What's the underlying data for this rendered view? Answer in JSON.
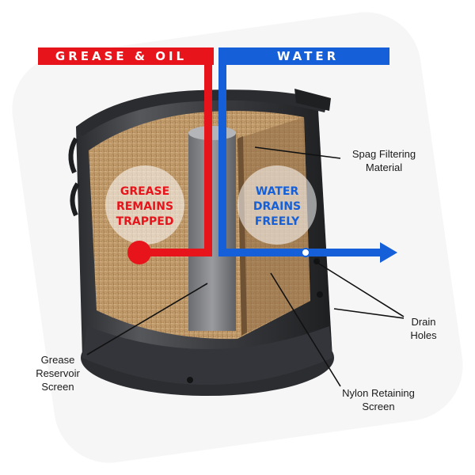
{
  "flows": {
    "grease_label": "GREASE & OIL",
    "water_label": "WATER"
  },
  "badges": {
    "grease": [
      "GREASE",
      "REMAINS",
      "TRAPPED"
    ],
    "water": [
      "WATER",
      "DRAINS",
      "FREELY"
    ]
  },
  "callouts": {
    "spag": [
      "Spag Filtering",
      "Material"
    ],
    "drain": [
      "Drain",
      "Holes"
    ],
    "grease_screen": [
      "Grease",
      "Reservoir",
      "Screen"
    ],
    "nylon": [
      "Nylon Retaining",
      "Screen"
    ]
  },
  "colors": {
    "grease": "#e8141b",
    "water": "#1560d8",
    "housing": "#3a3b3e",
    "filter": "#c9a77a"
  }
}
